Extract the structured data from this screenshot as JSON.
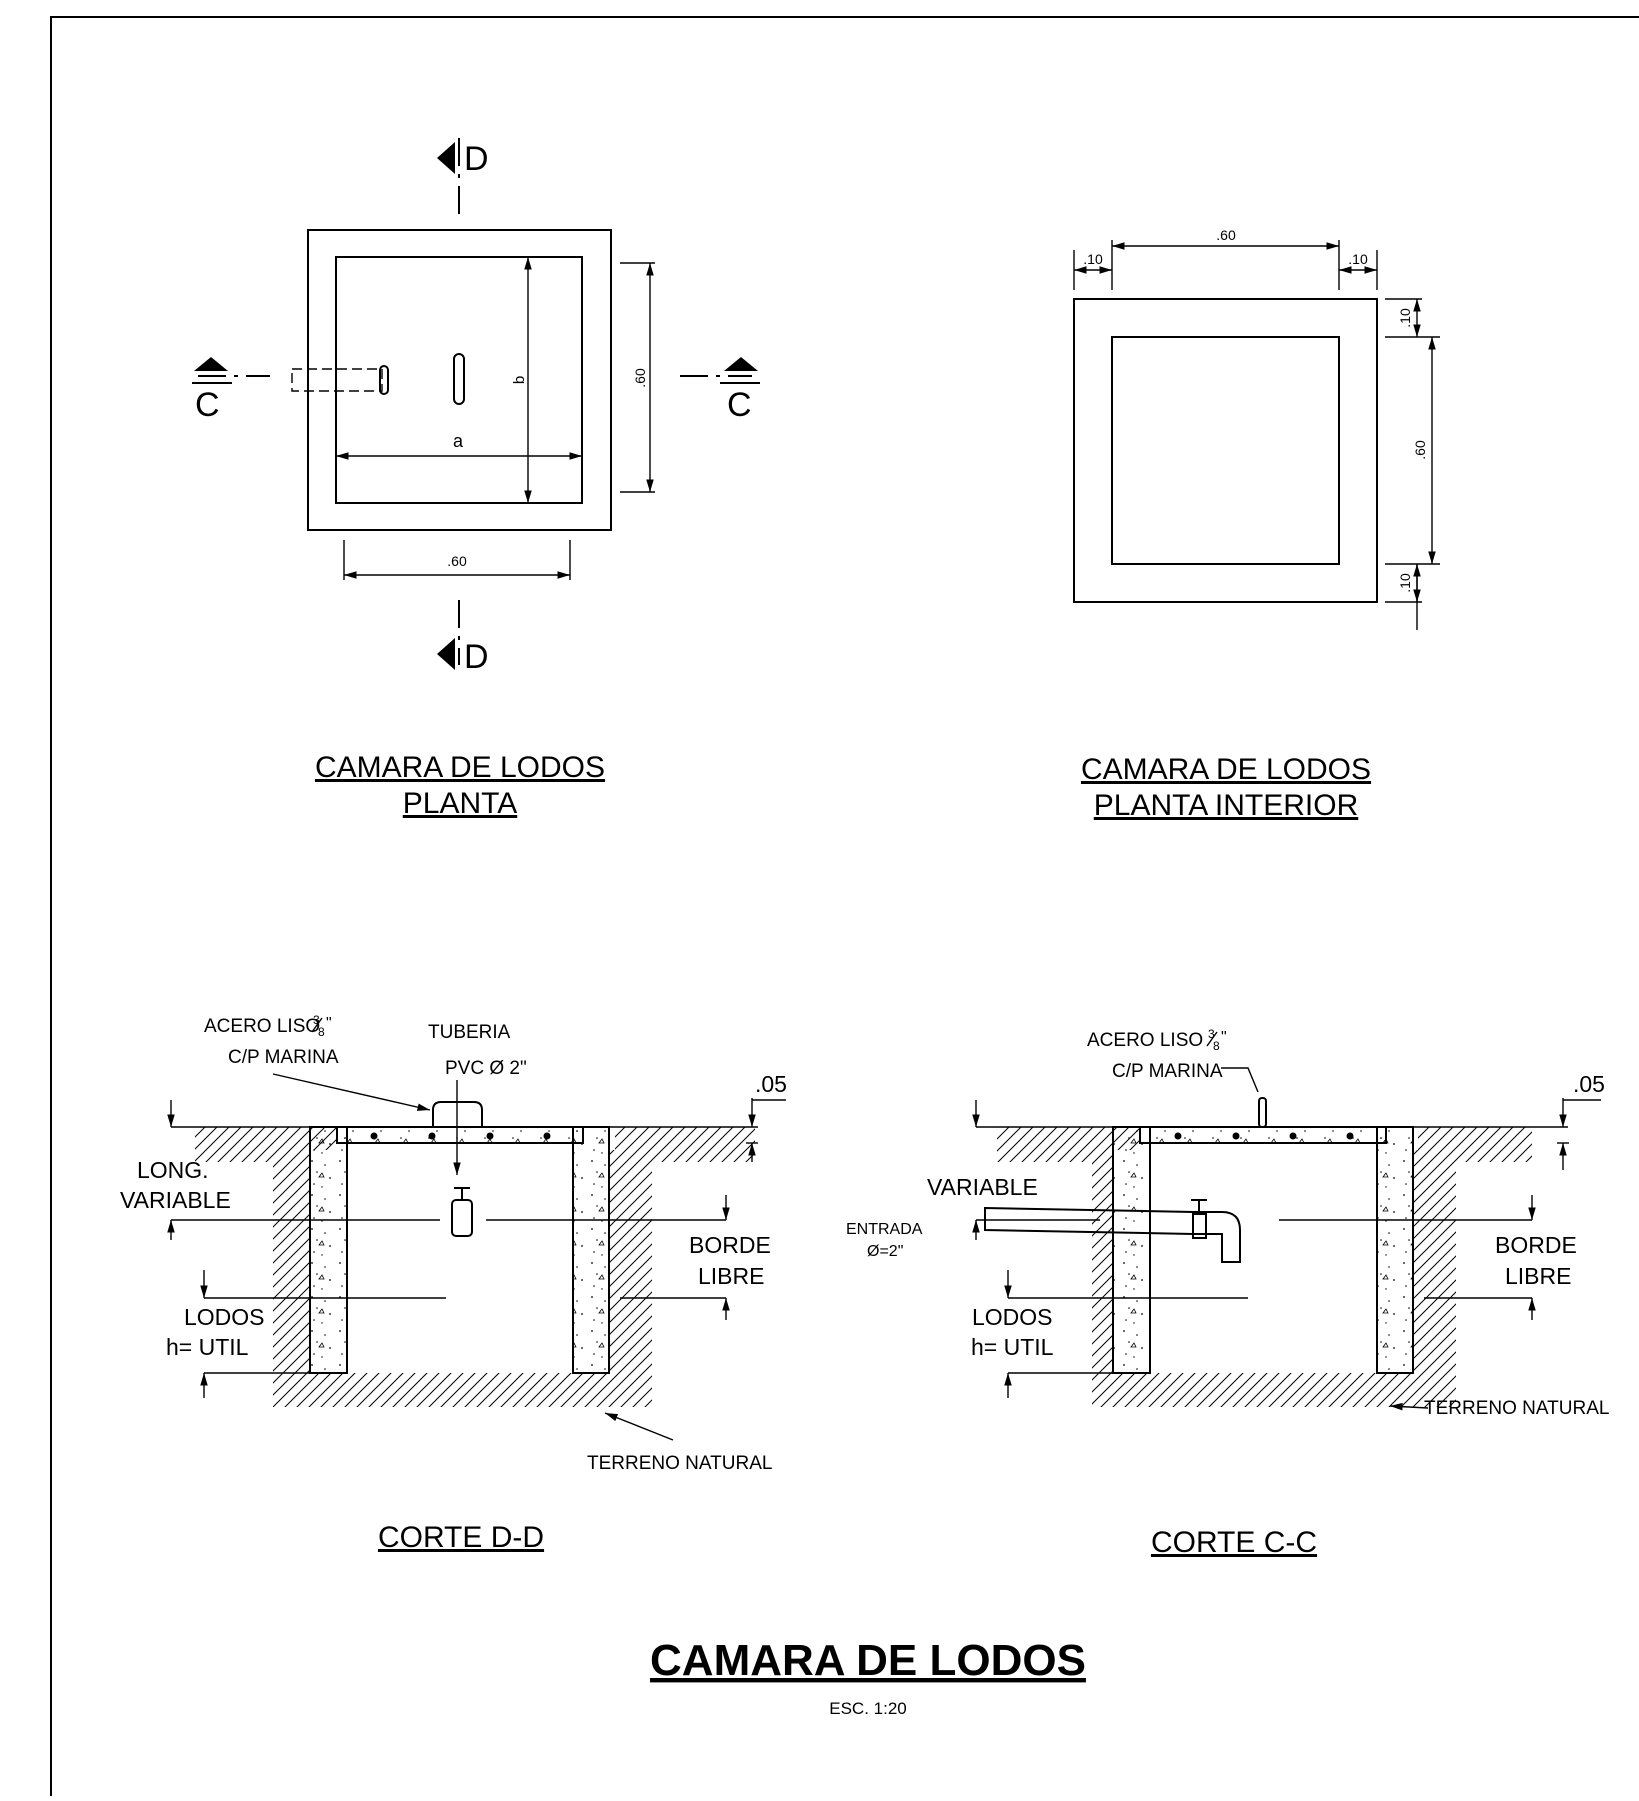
{
  "planta": {
    "section_d_top": "D",
    "section_d_bottom": "D",
    "section_c_left": "C",
    "section_c_right": "C",
    "dim_a": "a",
    "dim_b": "b",
    "dim_width": ".60",
    "dim_height": ".60",
    "title_line1": "CAMARA DE LODOS",
    "title_line2": "PLANTA"
  },
  "planta_interior": {
    "dim_left_wall": ".10",
    "dim_inner_width": ".60",
    "dim_right_wall": ".10",
    "dim_top_wall": ".10",
    "dim_inner_height": ".60",
    "dim_bottom_wall": ".10",
    "title_line1": "CAMARA DE LODOS",
    "title_line2": "PLANTA INTERIOR"
  },
  "corte_dd": {
    "acero_label": "ACERO LISO",
    "acero_fraction_num": "3",
    "acero_fraction_den": "8",
    "acero_inch": "\"",
    "cp_marina": "C/P MARINA",
    "tuberia": "TUBERIA",
    "pvc": "PVC Ø 2\"",
    "top_dim": ".05",
    "long_line1": "LONG.",
    "long_line2": "VARIABLE",
    "borde_line1": "BORDE",
    "borde_line2": "LIBRE",
    "lodos_line1": "LODOS",
    "lodos_line2": "h= UTIL",
    "terreno": "TERRENO NATURAL",
    "title": "CORTE D-D"
  },
  "corte_cc": {
    "acero_label": "ACERO LISO",
    "acero_fraction_num": "3",
    "acero_fraction_den": "8",
    "acero_inch": "\"",
    "cp_marina": "C/P MARINA",
    "top_dim": ".05",
    "variable": "VARIABLE",
    "entrada_line1": "ENTRADA",
    "entrada_line2": "Ø=2\"",
    "borde_line1": "BORDE",
    "borde_line2": "LIBRE",
    "lodos_line1": "LODOS",
    "lodos_line2": "h= UTIL",
    "terreno": "TERRENO NATURAL",
    "title": "CORTE C-C"
  },
  "main_title": "CAMARA DE LODOS",
  "scale": "ESC. 1:20"
}
